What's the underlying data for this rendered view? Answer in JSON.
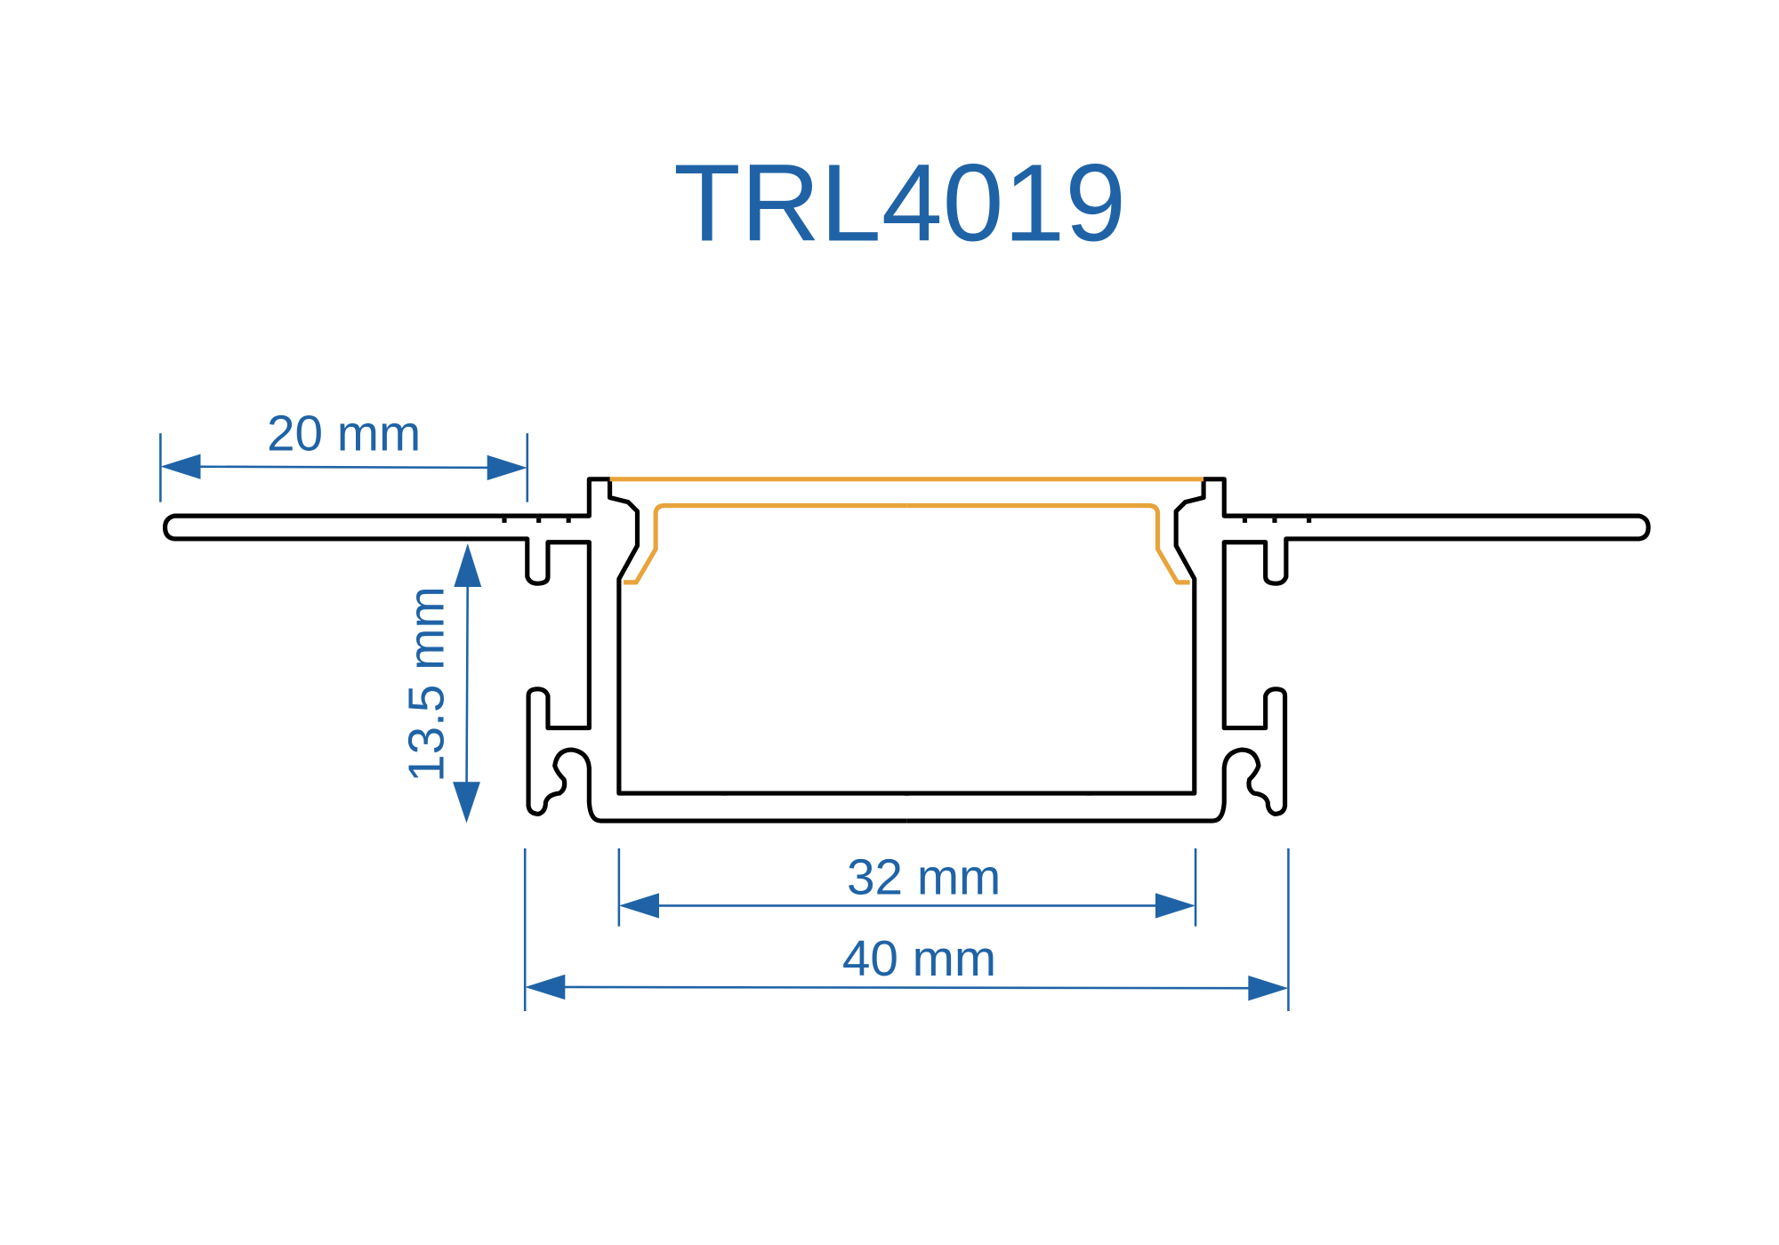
{
  "title": "TRL4019",
  "dimensions": {
    "flange_width": "20 mm",
    "height": "13.5 mm",
    "inner_width": "32 mm",
    "outer_width": "40 mm"
  },
  "colors": {
    "accent": "#1f63a6",
    "profile": "#000000",
    "diffuser": "#e8a33a"
  }
}
